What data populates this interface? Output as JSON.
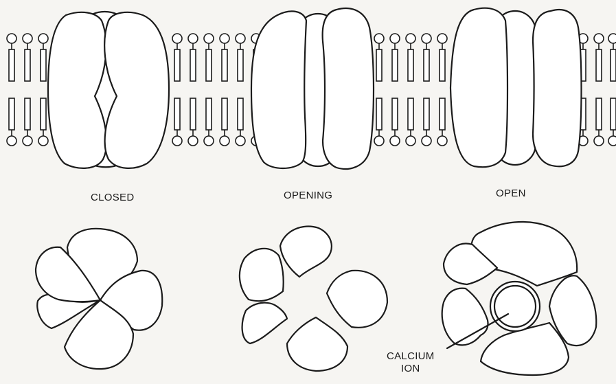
{
  "labels": {
    "closed": "CLOSED",
    "opening": "OPENING",
    "open": "OPEN",
    "calcium_line1": "CALCIUM",
    "calcium_line2": "ION"
  }
}
